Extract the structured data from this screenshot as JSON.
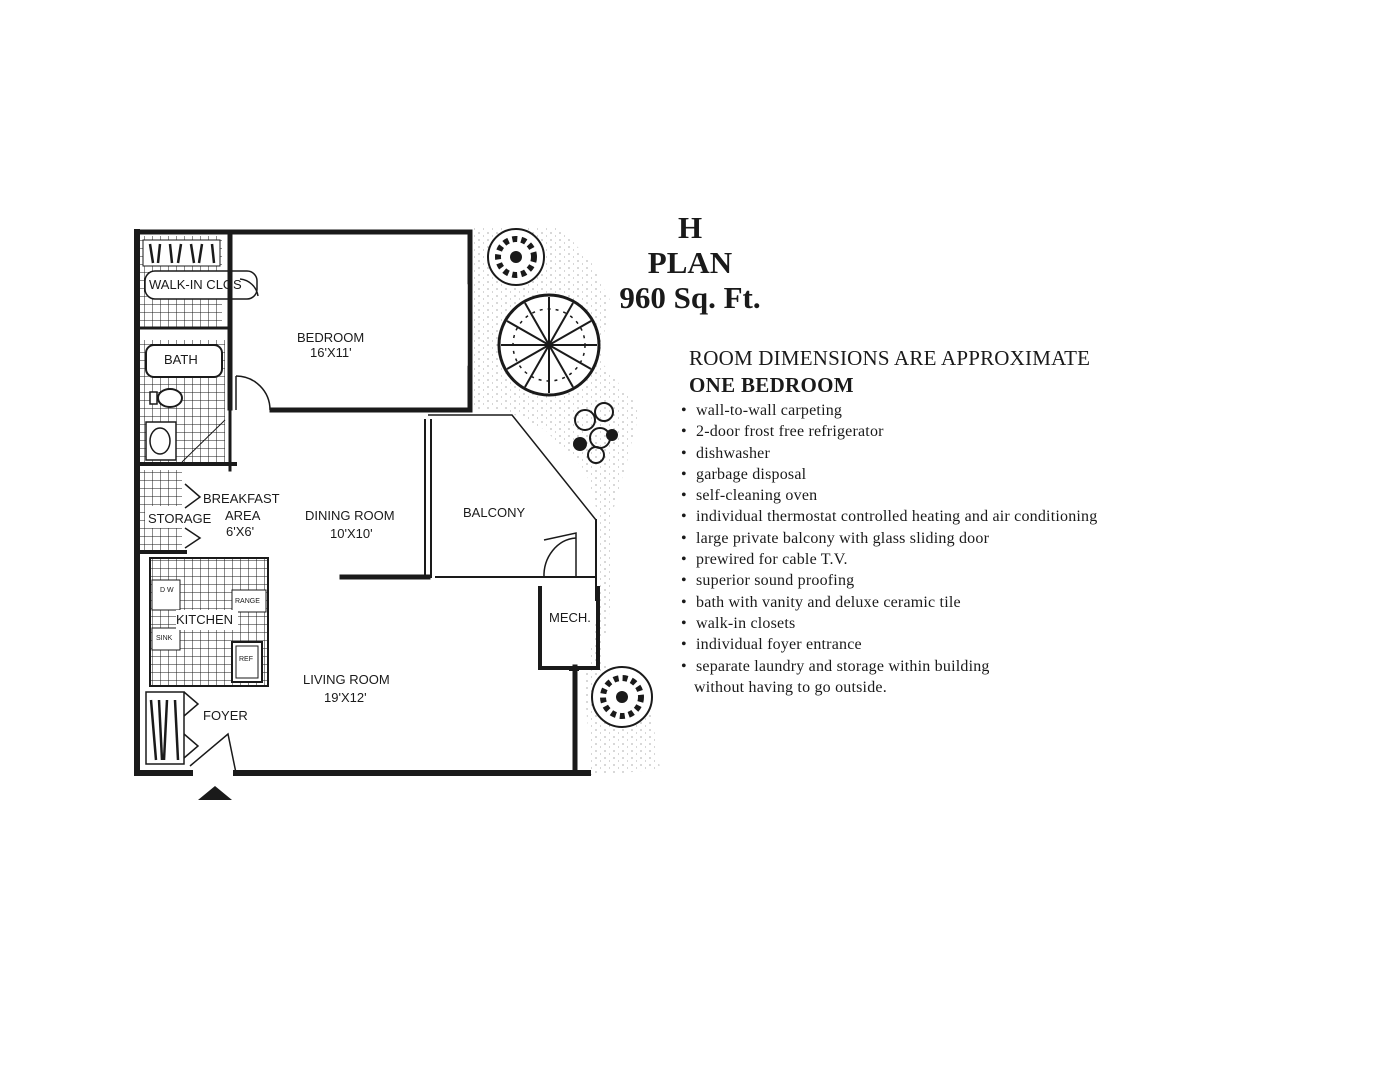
{
  "plan": {
    "letter": "H",
    "word": "PLAN",
    "size": "960 Sq. Ft."
  },
  "disclaimer": "ROOM DIMENSIONS ARE APPROXIMATE",
  "unit_type": "ONE BEDROOM",
  "features": [
    {
      "text": "wall-to-wall carpeting"
    },
    {
      "text": "2-door frost free refrigerator"
    },
    {
      "text": "dishwasher"
    },
    {
      "text": "garbage disposal"
    },
    {
      "text": "self-cleaning oven"
    },
    {
      "text": "individual thermostat controlled heating and air conditioning"
    },
    {
      "text": "large private balcony with glass sliding door"
    },
    {
      "text": "prewired for cable T.V."
    },
    {
      "text": "superior sound proofing"
    },
    {
      "text": "bath with vanity and deluxe ceramic tile"
    },
    {
      "text": "walk-in closets"
    },
    {
      "text": "individual foyer entrance"
    },
    {
      "text": "separate laundry and storage within building",
      "continuation": "without having to go outside."
    }
  ],
  "rooms": {
    "walk_in_closet": "WALK-IN CLOS",
    "bath": "BATH",
    "bedroom": {
      "name": "BEDROOM",
      "dims": "16'X11'"
    },
    "breakfast": {
      "name": "BREAKFAST",
      "name2": "AREA",
      "dims": "6'X6'"
    },
    "storage": "STORAGE",
    "dining": {
      "name": "DINING ROOM",
      "dims": "10'X10'"
    },
    "balcony": "BALCONY",
    "kitchen": "KITCHEN",
    "range": "RANGE",
    "dishwasher": "D W",
    "sink": "SINK",
    "ref": "REF",
    "mech": "MECH.",
    "living": {
      "name": "LIVING ROOM",
      "dims": "19'X12'"
    },
    "foyer": "FOYER"
  },
  "colors": {
    "ink": "#1a1a1a",
    "paper": "#ffffff"
  }
}
